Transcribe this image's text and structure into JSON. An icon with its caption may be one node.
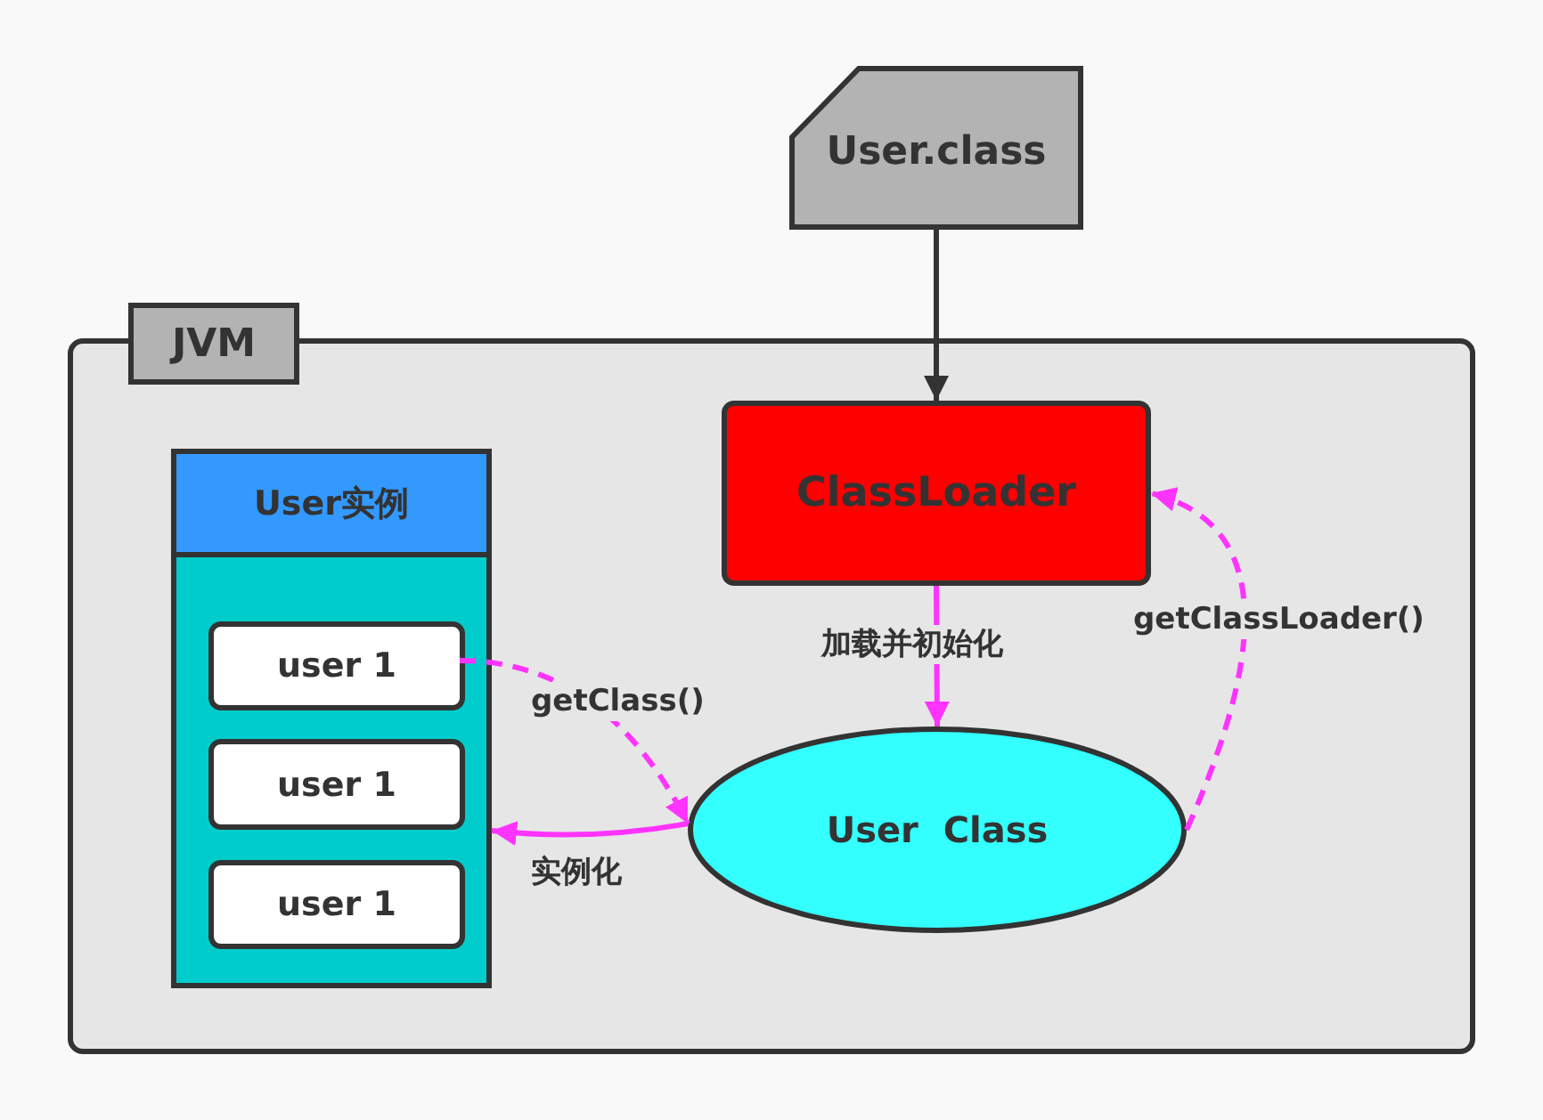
{
  "diagram": {
    "nodes": [
      {
        "text": [
          "User.class"
        ]
      },
      {
        "text": [
          "JVM"
        ]
      },
      {
        "text": [
          "User实例"
        ],
        "in": 1
      },
      {
        "text": [
          "user 1"
        ],
        "in": 2
      },
      {
        "text": [
          "user 1"
        ],
        "in": 2
      },
      {
        "text": [
          "user 1"
        ],
        "in": 2
      },
      {
        "text": [
          "ClassLoader"
        ],
        "in": 1
      },
      {
        "text": [
          "User  Class"
        ],
        "in": 1
      }
    ],
    "edges": [
      {
        "from": 0,
        "to": 6,
        "arrow": "to",
        "color": "#333333"
      },
      {
        "from": 6,
        "to": 7,
        "arrow": "to",
        "label": "加载并初始化"
      },
      {
        "from": 3,
        "to": 7,
        "arrow": "to",
        "style": "dashed",
        "label": "getClass()"
      },
      {
        "from": 7,
        "to": 2,
        "arrow": "to",
        "label": "实例化"
      },
      {
        "from": 7,
        "to": 6,
        "arrow": "to",
        "style": "dashed",
        "label": "getClassLoader()"
      }
    ]
  }
}
